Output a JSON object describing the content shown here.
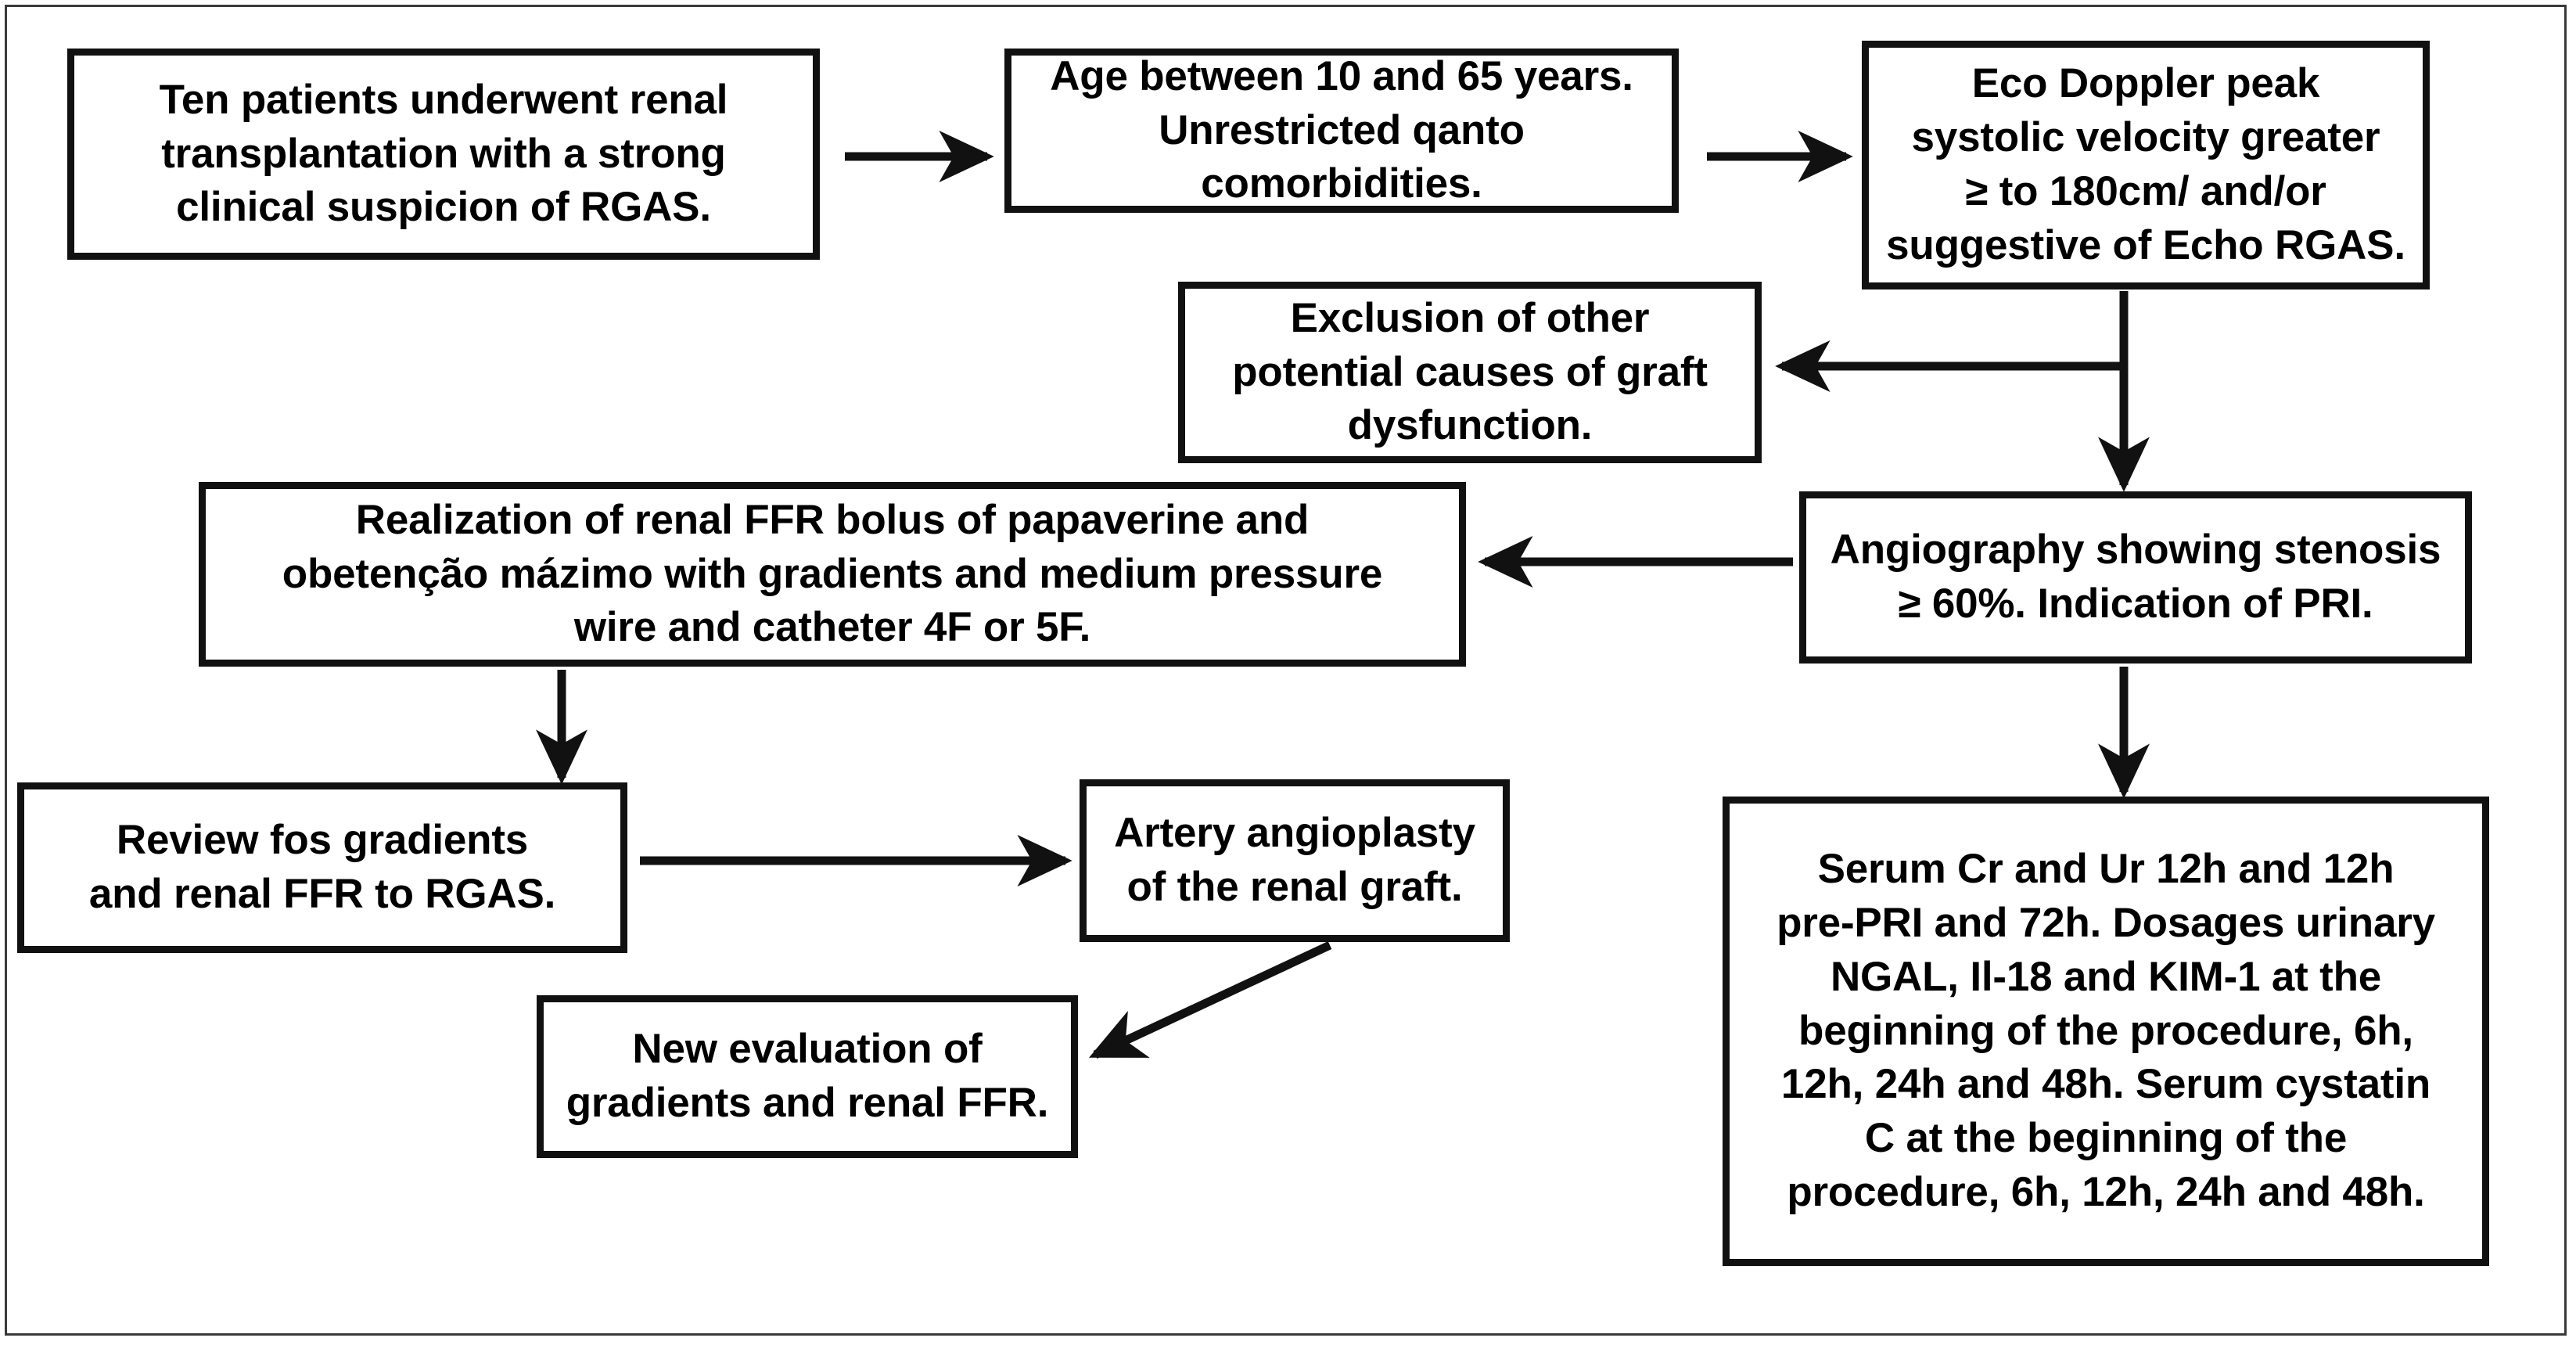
{
  "figure": {
    "type": "flowchart",
    "orientation": "left-to-right then top-to-bottom",
    "background_color": "#ffffff",
    "box_border_color": "#111111",
    "arrow_color": "#111111",
    "frame_color": "#3a3a3a"
  },
  "nodes": {
    "enrollment": {
      "id": "enrollment",
      "text": "Ten patients underwent renal\ntransplantation with a strong\nclinical suspicion of RGAS."
    },
    "age_criteria": {
      "id": "age-criteria",
      "text": "Age between 10 and 65 years.\nUnrestricted qanto\ncomorbidities."
    },
    "eco_doppler": {
      "id": "eco-doppler",
      "text": "Eco Doppler peak\nsystolic velocity greater\n≥ to 180cm/ and/or\nsuggestive of Echo RGAS."
    },
    "exclusion": {
      "id": "exclusion",
      "text": "Exclusion of other\npotential causes of graft\ndysfunction."
    },
    "ffr_realization": {
      "id": "ffr-realization",
      "text": "Realization of renal FFR bolus of papaverine and\nobetenção mázimo with gradients and medium pressure\nwire and catheter 4F or 5F."
    },
    "angiography": {
      "id": "angiography",
      "text": "Angiography showing stenosis\n≥ 60%. Indication of PRI."
    },
    "review": {
      "id": "review",
      "text": "Review fos gradients\nand renal FFR to RGAS."
    },
    "angioplasty": {
      "id": "angioplasty",
      "text": "Artery angioplasty\nof the renal graft."
    },
    "new_evaluation": {
      "id": "new-evaluation",
      "text": "New evaluation of\ngradients and renal FFR."
    },
    "serum_labs": {
      "id": "serum-labs",
      "text": "Serum Cr and Ur 12h and 12h\npre-PRI and 72h. Dosages urinary\nNGAL, Il-18 and KIM-1 at the\nbeginning of the procedure, 6h,\n12h, 24h and 48h. Serum cystatin\nC at the beginning of the\nprocedure, 6h, 12h, 24h and 48h."
    }
  },
  "edges": [
    {
      "id": "enrollment-to-age-criteria",
      "from": "enrollment",
      "to": "age_criteria",
      "direction": "right"
    },
    {
      "id": "age-criteria-to-eco-doppler",
      "from": "age_criteria",
      "to": "eco_doppler",
      "direction": "right"
    },
    {
      "id": "eco-doppler-to-exclusion",
      "from": "eco_doppler",
      "to": "exclusion",
      "direction": "left"
    },
    {
      "id": "eco-doppler-to-angiography",
      "from": "eco_doppler",
      "to": "angiography",
      "direction": "down"
    },
    {
      "id": "angiography-to-ffr-realization",
      "from": "angiography",
      "to": "ffr_realization",
      "direction": "left"
    },
    {
      "id": "angiography-to-serum-labs",
      "from": "angiography",
      "to": "serum_labs",
      "direction": "down"
    },
    {
      "id": "ffr-realization-to-review",
      "from": "ffr_realization",
      "to": "review",
      "direction": "down"
    },
    {
      "id": "review-to-angioplasty",
      "from": "review",
      "to": "angioplasty",
      "direction": "right"
    },
    {
      "id": "angioplasty-to-new-evaluation",
      "from": "angioplasty",
      "to": "new_evaluation",
      "direction": "down-left"
    }
  ]
}
